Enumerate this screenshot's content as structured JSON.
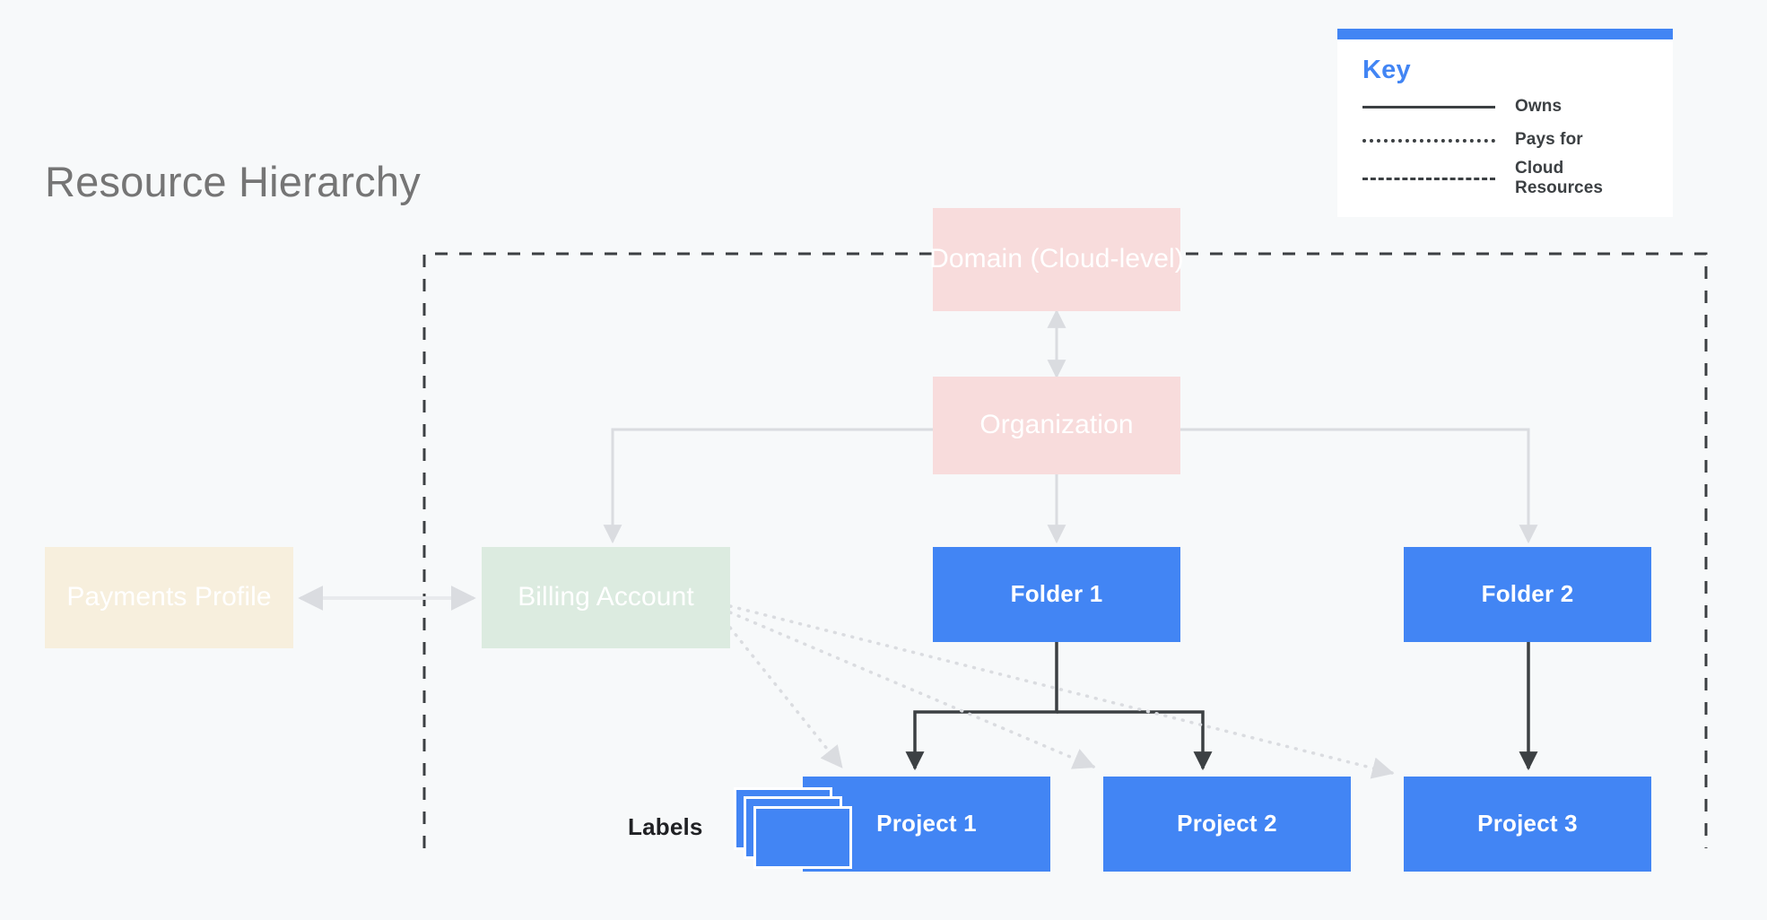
{
  "page": {
    "title": "Resource Hierarchy",
    "background_color": "#F7F9FA"
  },
  "legend": {
    "title": "Key",
    "accent_color": "#4285F4",
    "items": [
      {
        "style": "solid",
        "label": "Owns"
      },
      {
        "style": "dotted",
        "label": "Pays for"
      },
      {
        "style": "dashed",
        "label": "Cloud Resources"
      }
    ]
  },
  "labels_group": {
    "caption": "Labels",
    "card_count": 3,
    "card_color": "#4285F4"
  },
  "nodes": {
    "domain": {
      "label": "Domain (Cloud-level)",
      "fill": "#F8DCDC",
      "text_color": "#FFFFFF"
    },
    "organization": {
      "label": "Organization",
      "fill": "#F8DCDC",
      "text_color": "#FFFFFF"
    },
    "payments_profile": {
      "label": "Payments Profile",
      "fill": "#F7EFDD",
      "text_color": "#FFFFFF"
    },
    "billing_account": {
      "label": "Billing Account",
      "fill": "#DCEBE0",
      "text_color": "#FFFFFF"
    },
    "folder1": {
      "label": "Folder 1",
      "fill": "#4285F4",
      "text_color": "#FFFFFF"
    },
    "folder2": {
      "label": "Folder 2",
      "fill": "#4285F4",
      "text_color": "#FFFFFF"
    },
    "project1": {
      "label": "Project 1",
      "fill": "#4285F4",
      "text_color": "#FFFFFF"
    },
    "project2": {
      "label": "Project 2",
      "fill": "#4285F4",
      "text_color": "#FFFFFF"
    },
    "project3": {
      "label": "Project 3",
      "fill": "#4285F4",
      "text_color": "#FFFFFF"
    }
  },
  "edges": [
    {
      "from": "domain",
      "to": "organization",
      "style": "solid-light",
      "direction": "both"
    },
    {
      "from": "organization",
      "to": "billing_account",
      "style": "solid-light",
      "direction": "to"
    },
    {
      "from": "organization",
      "to": "folder1",
      "style": "solid-light",
      "direction": "to"
    },
    {
      "from": "organization",
      "to": "folder2",
      "style": "solid-light",
      "direction": "to"
    },
    {
      "from": "payments_profile",
      "to": "billing_account",
      "style": "solid-light",
      "direction": "both"
    },
    {
      "from": "folder1",
      "to": "project1",
      "style": "solid-dark",
      "direction": "to"
    },
    {
      "from": "folder1",
      "to": "project2",
      "style": "solid-dark",
      "direction": "to"
    },
    {
      "from": "folder2",
      "to": "project3",
      "style": "solid-dark",
      "direction": "to"
    },
    {
      "from": "billing_account",
      "to": "project1",
      "style": "dotted",
      "direction": "to"
    },
    {
      "from": "billing_account",
      "to": "project2",
      "style": "dotted",
      "direction": "to"
    },
    {
      "from": "billing_account",
      "to": "project3",
      "style": "dotted",
      "direction": "to"
    }
  ],
  "cloud_boundary": {
    "style": "dashed",
    "color": "#3C4043",
    "encloses": [
      "domain",
      "organization",
      "billing_account",
      "folder1",
      "folder2",
      "project1",
      "project2",
      "project3"
    ]
  }
}
